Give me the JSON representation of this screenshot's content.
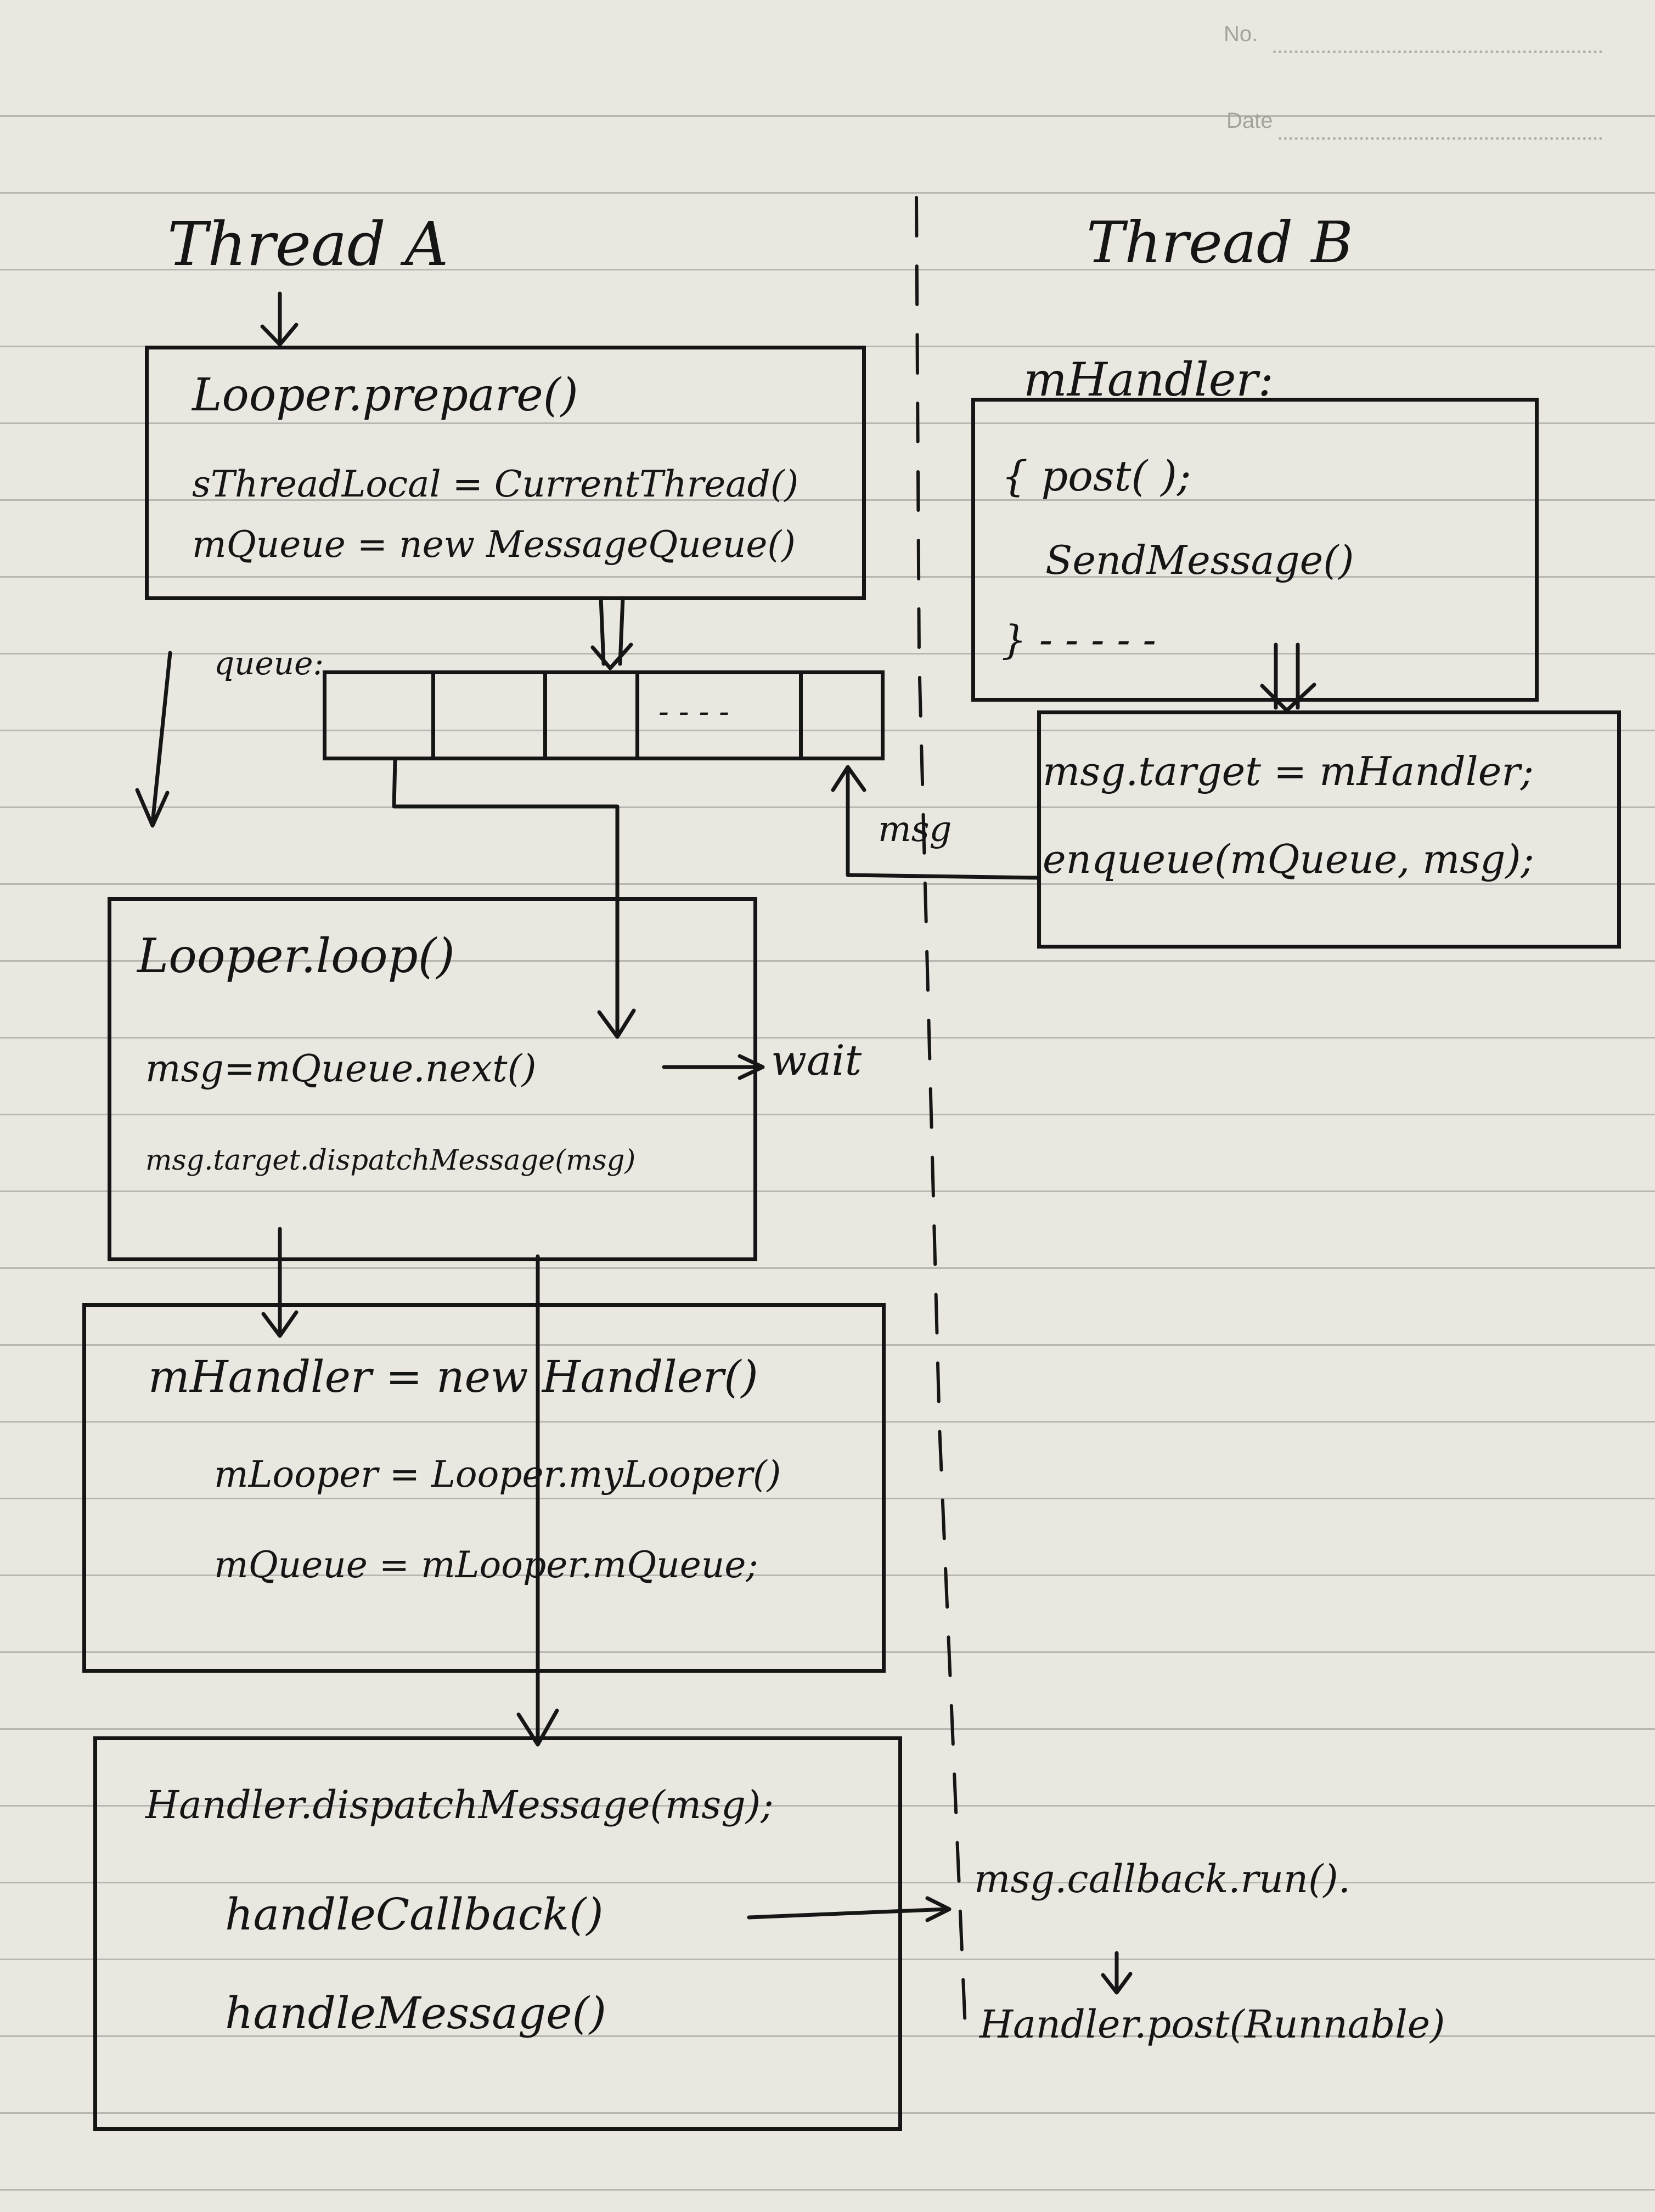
{
  "header": {
    "no_label": "No.",
    "date_label": "Date"
  },
  "thread_a": {
    "title": "Thread A",
    "prepare_box": {
      "title": "Looper.prepare()",
      "line1": "sThreadLocal = CurrentThread()",
      "line2": "mQueue = new MessageQueue()"
    },
    "queue_label": "queue:",
    "queue_ellipsis": "- - - -",
    "loop_box": {
      "title": "Looper.loop()",
      "line1": "msg=mQueue.next()",
      "line2": "msg.target.dispatchMessage(msg)"
    },
    "wait_label": "wait",
    "handler_box": {
      "title": "mHandler = new Handler()",
      "line1": "mLooper = Looper.myLooper()",
      "line2": "mQueue = mLooper.mQueue;"
    },
    "dispatch_box": {
      "title": "Handler.dispatchMessage(msg);",
      "line1": "handleCallback()",
      "line2": "handleMessage()"
    }
  },
  "thread_b": {
    "title": "Thread B",
    "handler_label": "mHandler:",
    "handler_box": {
      "line1": "{ post( );",
      "line2": "SendMessage()",
      "line3": "} - - - - -"
    },
    "enqueue_box": {
      "line1": "msg.target = mHandler;",
      "line2": "enqueue(mQueue, msg);"
    },
    "msg_label": "msg",
    "callback_run": "msg.callback.run().",
    "handler_post": "Handler.post(Runnable)"
  }
}
